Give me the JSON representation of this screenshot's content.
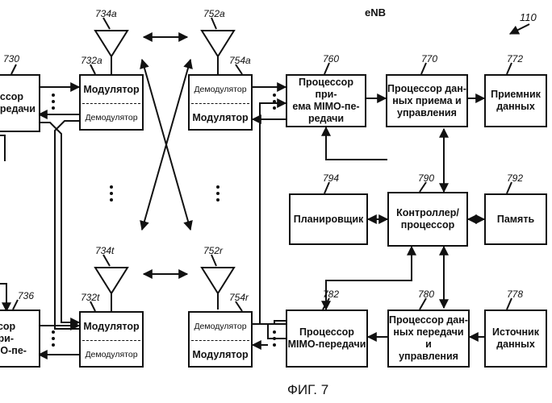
{
  "title": "eNB",
  "ref_main": "110",
  "caption": "ФИГ. 7",
  "blocks": {
    "proc_tx_left": "цессор\nпередачи",
    "proc_rx_left": "ссор при-\nMO-пе-\n",
    "mod_dem_a": {
      "modulator": "Модулятор",
      "demodulator": "Демодулятор"
    },
    "mod_dem_t": {
      "modulator": "Модулятор",
      "demodulator": "Демодулятор"
    },
    "dem_mod_a": {
      "demodulator": "Демодулятор",
      "modulator": "Модулятор"
    },
    "dem_mod_r": {
      "demodulator": "Демодулятор",
      "modulator": "Модулятор"
    },
    "mimo_rx": "Процессор при-\nема MIMO-пе-\nредачи",
    "rx_data_proc": "Процессор дан-\nных приема и\nуправления",
    "data_sink": "Приемник\nданных",
    "scheduler": "Планировщик",
    "controller": "Контроллер/\nпроцессор",
    "memory": "Память",
    "mimo_tx": "Процессор\nMIMO-передачи",
    "tx_data_proc": "Процессор дан-\nных передачи и\nуправления",
    "data_source": "Источник\nданных"
  },
  "labels": {
    "r730": "730",
    "r736": "736",
    "r732a": "732a",
    "r732t": "732t",
    "r734a": "734a",
    "r734t": "734t",
    "r752a": "752a",
    "r752r": "752r",
    "r754a": "754a",
    "r754r": "754r",
    "r760": "760",
    "r770": "770",
    "r772": "772",
    "r794": "794",
    "r790": "790",
    "r792": "792",
    "r782": "782",
    "r780": "780",
    "r778": "778"
  }
}
